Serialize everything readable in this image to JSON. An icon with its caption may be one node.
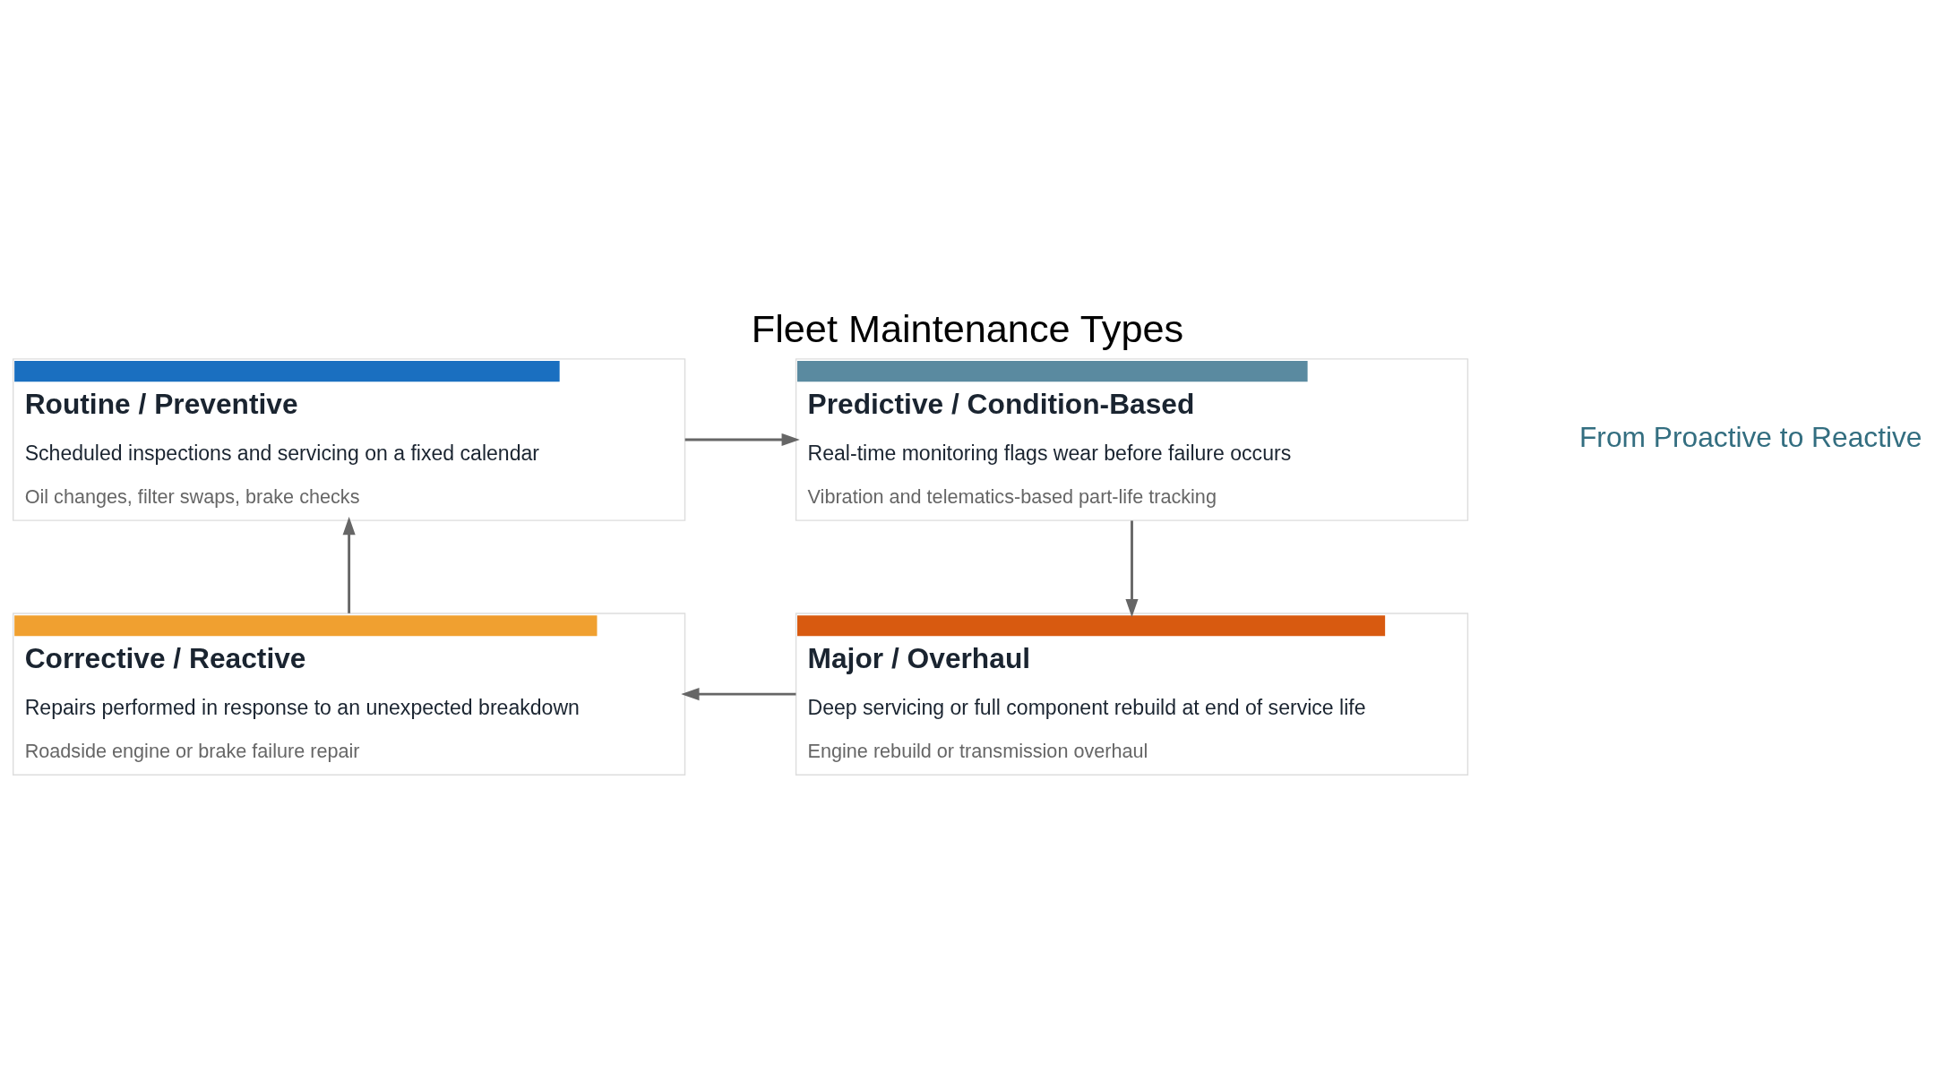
{
  "diagram": {
    "title": "Fleet Maintenance Types",
    "nodes": [
      {
        "text": [
          "Routine / Preventive",
          "Scheduled inspections and servicing on a fixed calendar",
          "Oil changes, filter swaps, brake checks"
        ]
      },
      {
        "text": [
          "Predictive / Condition-Based",
          "Real-time monitoring flags wear before failure occurs",
          "Vibration and telematics-based part-life tracking"
        ]
      },
      {
        "text": [
          "Corrective / Reactive",
          "Repairs performed in response to an unexpected breakdown",
          "Roadside engine or brake failure repair"
        ]
      },
      {
        "text": [
          "Major / Overhaul",
          "Deep servicing or full component rebuild at end of service life",
          "Engine rebuild or transmission overhaul"
        ]
      }
    ],
    "edges": [
      {
        "from": 0,
        "to": 1,
        "arrow": "to"
      },
      {
        "from": 1,
        "to": 3,
        "arrow": "to"
      },
      {
        "from": 3,
        "to": 2,
        "arrow": "to"
      },
      {
        "from": 2,
        "to": 0,
        "arrow": "to"
      }
    ],
    "labels": [
      "From Proactive to Reactive"
    ]
  }
}
